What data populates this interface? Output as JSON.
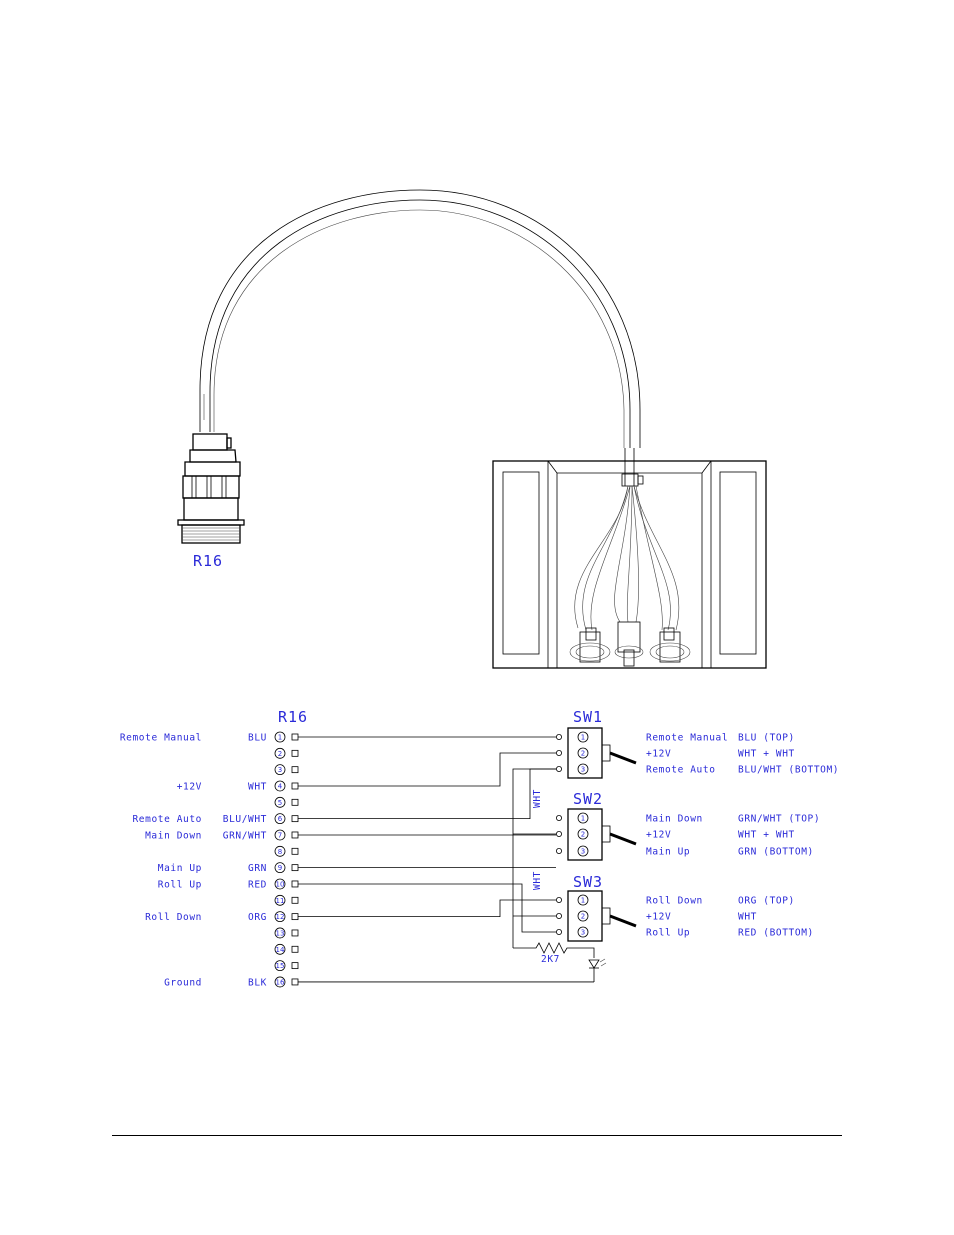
{
  "connector_label": "R16",
  "schematic": {
    "connector_title": "R16",
    "pins": [
      {
        "num": "1",
        "func": "Remote Manual",
        "color": "BLU"
      },
      {
        "num": "2",
        "func": "",
        "color": ""
      },
      {
        "num": "3",
        "func": "",
        "color": ""
      },
      {
        "num": "4",
        "func": "+12V",
        "color": "WHT"
      },
      {
        "num": "5",
        "func": "",
        "color": ""
      },
      {
        "num": "6",
        "func": "Remote Auto",
        "color": "BLU/WHT"
      },
      {
        "num": "7",
        "func": "Main Down",
        "color": "GRN/WHT"
      },
      {
        "num": "8",
        "func": "",
        "color": ""
      },
      {
        "num": "9",
        "func": "Main Up",
        "color": "GRN"
      },
      {
        "num": "10",
        "func": "Roll Up",
        "color": "RED"
      },
      {
        "num": "11",
        "func": "",
        "color": ""
      },
      {
        "num": "12",
        "func": "Roll Down",
        "color": "ORG"
      },
      {
        "num": "13",
        "func": "",
        "color": ""
      },
      {
        "num": "14",
        "func": "",
        "color": ""
      },
      {
        "num": "15",
        "func": "",
        "color": ""
      },
      {
        "num": "16",
        "func": "Ground",
        "color": "BLK"
      }
    ],
    "switches": [
      {
        "name": "SW1",
        "terminals": [
          "1",
          "2",
          "3"
        ],
        "rows": [
          {
            "func": "Remote Manual",
            "wire": "BLU (TOP)"
          },
          {
            "func": "+12V",
            "wire": "WHT + WHT"
          },
          {
            "func": "Remote Auto",
            "wire": "BLU/WHT (BOTTOM)"
          }
        ]
      },
      {
        "name": "SW2",
        "terminals": [
          "1",
          "2",
          "3"
        ],
        "rows": [
          {
            "func": "Main Down",
            "wire": "GRN/WHT (TOP)"
          },
          {
            "func": "+12V",
            "wire": "WHT + WHT"
          },
          {
            "func": "Main Up",
            "wire": "GRN (BOTTOM)"
          }
        ]
      },
      {
        "name": "SW3",
        "terminals": [
          "1",
          "2",
          "3"
        ],
        "rows": [
          {
            "func": "Roll Down",
            "wire": "ORG (TOP)"
          },
          {
            "func": "+12V",
            "wire": "WHT"
          },
          {
            "func": "Roll Up",
            "wire": "RED (BOTTOM)"
          }
        ]
      }
    ],
    "bus_labels": [
      "WHT",
      "WHT"
    ],
    "resistor_label": "2K7"
  },
  "colors": {
    "label_text": "#2a2ad8",
    "line": "#000000"
  }
}
